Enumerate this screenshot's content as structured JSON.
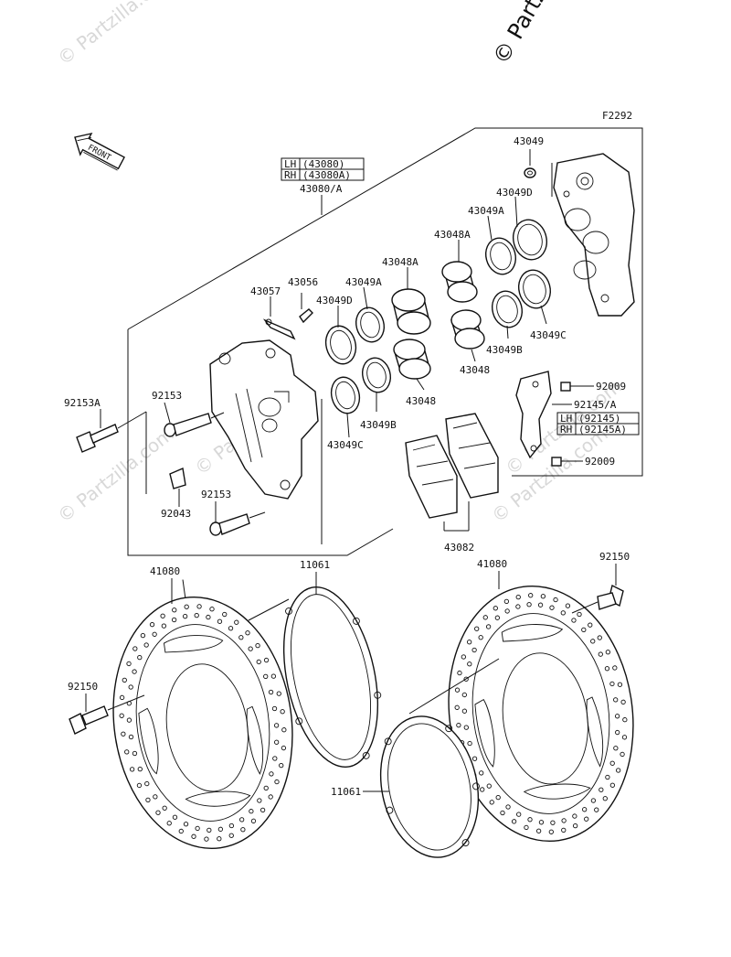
{
  "figure_code": "F2292",
  "copyright": "© Partzilla.com",
  "watermark": "© Partzilla.com",
  "front_label": "FRONT",
  "caliper_assembly": {
    "lh_tag": "LH",
    "lh_part": "(43080)",
    "rh_tag": "RH",
    "rh_part": "(43080A)",
    "combined": "43080/A"
  },
  "bracket_assembly": {
    "lh_tag": "LH",
    "lh_part": "(92145)",
    "rh_tag": "RH",
    "rh_part": "(92145A)",
    "combined": "92145/A"
  },
  "labels": {
    "p43049": "43049",
    "p43049D_r": "43049D",
    "p43049A_r": "43049A",
    "p43048A_r": "43048A",
    "p43049C_r": "43049C",
    "p43049B_r": "43049B",
    "p43048_r": "43048",
    "p43056": "43056",
    "p43057": "43057",
    "p43049A_l": "43049A",
    "p43048A_l": "43048A",
    "p43049D_l": "43049D",
    "p43048_l": "43048",
    "p43049B_l": "43049B",
    "p43049C_l": "43049C",
    "p92009_top": "92009",
    "p92009_bot": "92009",
    "p92153A": "92153A",
    "p92153_top": "92153",
    "p92043": "92043",
    "p92153_bot": "92153",
    "p43082": "43082",
    "p41080_l": "41080",
    "p11061_top": "11061",
    "p41080_r": "41080",
    "p92150_r": "92150",
    "p92150_l": "92150",
    "p11061_bot": "11061"
  }
}
